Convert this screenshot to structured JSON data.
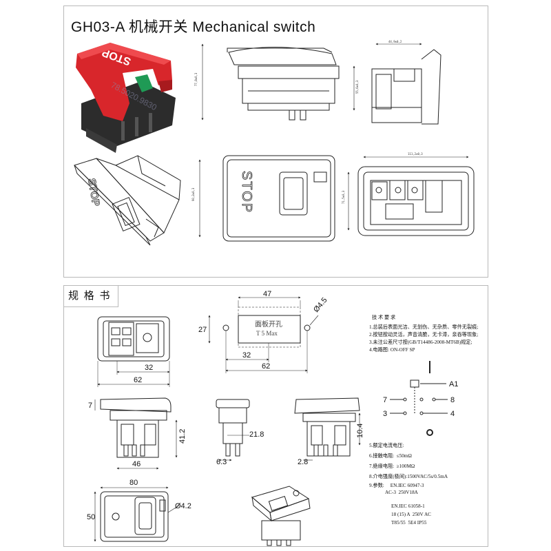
{
  "header": {
    "title": "GH03-A  机械开关  Mechanical switch"
  },
  "photo": {
    "stop_label": "STOP",
    "watermark": "78.5020.9830"
  },
  "top_dims": {
    "w1": "44,9±0,2",
    "h1": "77,8±0,3",
    "h2": "55,6±0,3",
    "w2": "111,2±0,3",
    "h3": "90,2±0,3",
    "h4": "71,5±0,3"
  },
  "spec_section": {
    "title": "规 格 书",
    "cutout": {
      "w_top": "47",
      "h_left": "27",
      "hole": "Ø4.5",
      "w_inner": "32",
      "w_outer": "62",
      "label_1": "面板开孔",
      "label_2": "T 5 Max"
    },
    "front_view": {
      "w_inner": "32",
      "w_outer": "62"
    },
    "side_views": {
      "d_7": "7",
      "d_41_2": "41.2",
      "d_46": "46",
      "d_21_8": "21.8",
      "d_6_3": "6.3",
      "d_10_4": "10.4",
      "d_2_8": "2.8"
    },
    "bottom_view": {
      "w": "80",
      "h": "50",
      "hole": "Ø4.2"
    },
    "circuit": {
      "a1": "A1",
      "n7": "7",
      "n8": "8",
      "n3": "3",
      "n4": "4"
    }
  },
  "notes": {
    "heading": "技 术 要 求",
    "lines": [
      "1.总装后表面光洁、无划伤、无杂质、零件无裂痕;",
      "2.按钮按动灵活，声音清脆，无卡滞，亲吞等现象;",
      "3.未注公差尺寸按(GB/T14486-2008-MT6B)规定;",
      "4.电路图: ON-OFF SP"
    ],
    "specs": [
      "5.额定电流电压:",
      "6.接触电阻:  ≤50mΩ",
      "7.绝缘电阻:  ≥100MΩ",
      "8.介电强度(极间):1500VAC/5s/0.5mA",
      "9.参数:     EN.IEC 60947-3",
      "             AC-3  250V18A"
    ],
    "std": [
      "EN.IEC 61058-1",
      "18 (15) A  250V AC",
      "T85/55  5E4 IP55"
    ]
  },
  "colors": {
    "stop_red": "#d8262b",
    "body_black": "#2c2c2c",
    "terminal_green": "#1f9a55",
    "line": "#222222"
  }
}
